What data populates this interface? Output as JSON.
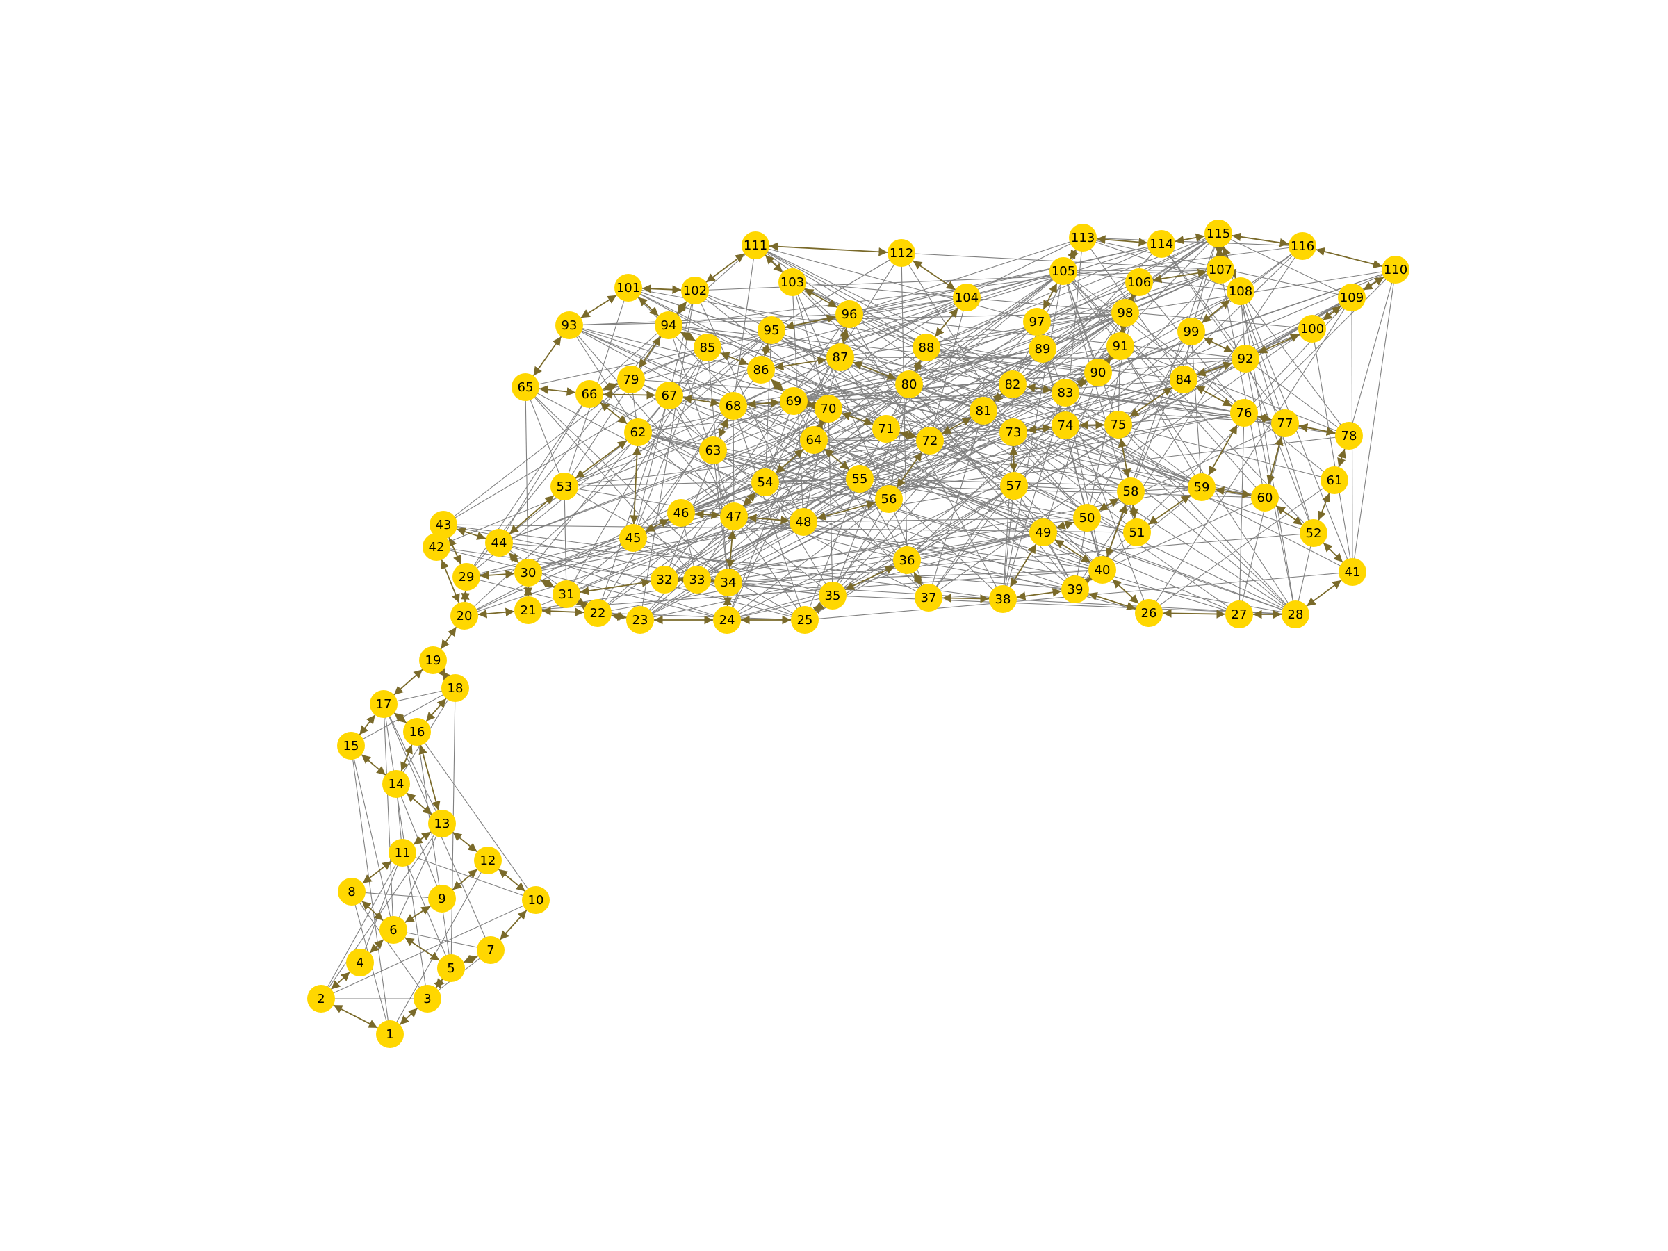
{
  "graph": {
    "colors": {
      "node": "#FFD700",
      "edge": "#808080",
      "arrow": "#7A6A2A",
      "label": "#000000",
      "background": "#FFFFFF"
    },
    "nodes": [
      {
        "id": "1"
      },
      {
        "id": "2"
      },
      {
        "id": "3"
      },
      {
        "id": "4"
      },
      {
        "id": "5"
      },
      {
        "id": "6"
      },
      {
        "id": "7"
      },
      {
        "id": "8"
      },
      {
        "id": "9"
      },
      {
        "id": "10"
      },
      {
        "id": "11"
      },
      {
        "id": "12"
      },
      {
        "id": "13"
      },
      {
        "id": "14"
      },
      {
        "id": "15"
      },
      {
        "id": "16"
      },
      {
        "id": "17"
      },
      {
        "id": "18"
      },
      {
        "id": "19"
      },
      {
        "id": "20"
      },
      {
        "id": "21"
      },
      {
        "id": "22"
      },
      {
        "id": "23"
      },
      {
        "id": "24"
      },
      {
        "id": "25"
      },
      {
        "id": "26"
      },
      {
        "id": "27"
      },
      {
        "id": "28"
      },
      {
        "id": "29"
      },
      {
        "id": "30"
      },
      {
        "id": "31"
      },
      {
        "id": "32"
      },
      {
        "id": "33"
      },
      {
        "id": "34"
      },
      {
        "id": "35"
      },
      {
        "id": "36"
      },
      {
        "id": "37"
      },
      {
        "id": "38"
      },
      {
        "id": "39"
      },
      {
        "id": "40"
      },
      {
        "id": "41"
      },
      {
        "id": "42"
      },
      {
        "id": "43"
      },
      {
        "id": "44"
      },
      {
        "id": "45"
      },
      {
        "id": "46"
      },
      {
        "id": "47"
      },
      {
        "id": "48"
      },
      {
        "id": "49"
      },
      {
        "id": "50"
      },
      {
        "id": "51"
      },
      {
        "id": "52"
      },
      {
        "id": "53"
      },
      {
        "id": "54"
      },
      {
        "id": "55"
      },
      {
        "id": "56"
      },
      {
        "id": "57"
      },
      {
        "id": "58"
      },
      {
        "id": "59"
      },
      {
        "id": "60"
      },
      {
        "id": "61"
      },
      {
        "id": "62"
      },
      {
        "id": "63"
      },
      {
        "id": "64"
      },
      {
        "id": "65"
      },
      {
        "id": "66"
      },
      {
        "id": "67"
      },
      {
        "id": "68"
      },
      {
        "id": "69"
      },
      {
        "id": "70"
      },
      {
        "id": "71"
      },
      {
        "id": "72"
      },
      {
        "id": "73"
      },
      {
        "id": "74"
      },
      {
        "id": "75"
      },
      {
        "id": "76"
      },
      {
        "id": "77"
      },
      {
        "id": "78"
      },
      {
        "id": "79"
      },
      {
        "id": "80"
      },
      {
        "id": "81"
      },
      {
        "id": "82"
      },
      {
        "id": "83"
      },
      {
        "id": "84"
      },
      {
        "id": "85"
      },
      {
        "id": "86"
      },
      {
        "id": "87"
      },
      {
        "id": "88"
      },
      {
        "id": "89"
      },
      {
        "id": "90"
      },
      {
        "id": "91"
      },
      {
        "id": "92"
      },
      {
        "id": "93"
      },
      {
        "id": "94"
      },
      {
        "id": "95"
      },
      {
        "id": "96"
      },
      {
        "id": "97"
      },
      {
        "id": "98"
      },
      {
        "id": "99"
      },
      {
        "id": "100"
      },
      {
        "id": "101"
      },
      {
        "id": "102"
      },
      {
        "id": "103"
      },
      {
        "id": "104"
      },
      {
        "id": "105"
      },
      {
        "id": "106"
      },
      {
        "id": "107"
      },
      {
        "id": "108"
      },
      {
        "id": "109"
      },
      {
        "id": "110"
      },
      {
        "id": "111"
      },
      {
        "id": "112"
      },
      {
        "id": "113"
      },
      {
        "id": "114"
      },
      {
        "id": "115"
      },
      {
        "id": "116"
      }
    ],
    "arrow_edges": [
      [
        "1",
        "2"
      ],
      [
        "1",
        "3"
      ],
      [
        "2",
        "4"
      ],
      [
        "4",
        "6"
      ],
      [
        "3",
        "5"
      ],
      [
        "5",
        "7"
      ],
      [
        "5",
        "6"
      ],
      [
        "6",
        "8"
      ],
      [
        "6",
        "9"
      ],
      [
        "7",
        "10"
      ],
      [
        "8",
        "11"
      ],
      [
        "9",
        "12"
      ],
      [
        "10",
        "12"
      ],
      [
        "11",
        "13"
      ],
      [
        "12",
        "13"
      ],
      [
        "13",
        "14"
      ],
      [
        "13",
        "16"
      ],
      [
        "14",
        "15"
      ],
      [
        "14",
        "16"
      ],
      [
        "15",
        "17"
      ],
      [
        "16",
        "18"
      ],
      [
        "16",
        "17"
      ],
      [
        "17",
        "19"
      ],
      [
        "18",
        "19"
      ],
      [
        "19",
        "20"
      ],
      [
        "20",
        "21"
      ],
      [
        "20",
        "29"
      ],
      [
        "20",
        "42"
      ],
      [
        "21",
        "22"
      ],
      [
        "21",
        "30"
      ],
      [
        "22",
        "23"
      ],
      [
        "22",
        "31"
      ],
      [
        "23",
        "24"
      ],
      [
        "24",
        "25"
      ],
      [
        "25",
        "35"
      ],
      [
        "24",
        "34"
      ],
      [
        "26",
        "27"
      ],
      [
        "27",
        "28"
      ],
      [
        "28",
        "41"
      ],
      [
        "26",
        "39"
      ],
      [
        "26",
        "40"
      ],
      [
        "29",
        "30"
      ],
      [
        "29",
        "43"
      ],
      [
        "30",
        "31"
      ],
      [
        "30",
        "44"
      ],
      [
        "31",
        "32"
      ],
      [
        "32",
        "33"
      ],
      [
        "33",
        "34"
      ],
      [
        "34",
        "47"
      ],
      [
        "35",
        "36"
      ],
      [
        "36",
        "37"
      ],
      [
        "37",
        "38"
      ],
      [
        "38",
        "39"
      ],
      [
        "38",
        "49"
      ],
      [
        "39",
        "40"
      ],
      [
        "40",
        "49"
      ],
      [
        "40",
        "58"
      ],
      [
        "41",
        "52"
      ],
      [
        "42",
        "43"
      ],
      [
        "43",
        "44"
      ],
      [
        "44",
        "53"
      ],
      [
        "45",
        "46"
      ],
      [
        "45",
        "62"
      ],
      [
        "46",
        "47"
      ],
      [
        "47",
        "48"
      ],
      [
        "47",
        "54"
      ],
      [
        "48",
        "56"
      ],
      [
        "49",
        "50"
      ],
      [
        "50",
        "58"
      ],
      [
        "51",
        "58"
      ],
      [
        "51",
        "59"
      ],
      [
        "52",
        "60"
      ],
      [
        "52",
        "61"
      ],
      [
        "53",
        "62"
      ],
      [
        "54",
        "64"
      ],
      [
        "55",
        "64"
      ],
      [
        "56",
        "72"
      ],
      [
        "57",
        "73"
      ],
      [
        "58",
        "75"
      ],
      [
        "59",
        "60"
      ],
      [
        "59",
        "76"
      ],
      [
        "60",
        "77"
      ],
      [
        "61",
        "78"
      ],
      [
        "62",
        "66"
      ],
      [
        "63",
        "68"
      ],
      [
        "64",
        "70"
      ],
      [
        "65",
        "66"
      ],
      [
        "65",
        "93"
      ],
      [
        "66",
        "79"
      ],
      [
        "66",
        "67"
      ],
      [
        "67",
        "68"
      ],
      [
        "68",
        "69"
      ],
      [
        "69",
        "70"
      ],
      [
        "69",
        "86"
      ],
      [
        "70",
        "71"
      ],
      [
        "71",
        "72"
      ],
      [
        "72",
        "81"
      ],
      [
        "73",
        "74"
      ],
      [
        "74",
        "75"
      ],
      [
        "75",
        "84"
      ],
      [
        "76",
        "77"
      ],
      [
        "76",
        "84"
      ],
      [
        "77",
        "78"
      ],
      [
        "79",
        "94"
      ],
      [
        "80",
        "87"
      ],
      [
        "80",
        "88"
      ],
      [
        "81",
        "82"
      ],
      [
        "82",
        "83"
      ],
      [
        "83",
        "90"
      ],
      [
        "84",
        "92"
      ],
      [
        "85",
        "86"
      ],
      [
        "85",
        "94"
      ],
      [
        "86",
        "87"
      ],
      [
        "86",
        "95"
      ],
      [
        "87",
        "96"
      ],
      [
        "88",
        "104"
      ],
      [
        "89",
        "97"
      ],
      [
        "90",
        "91"
      ],
      [
        "91",
        "98"
      ],
      [
        "92",
        "99"
      ],
      [
        "92",
        "100"
      ],
      [
        "93",
        "101"
      ],
      [
        "94",
        "101"
      ],
      [
        "94",
        "102"
      ],
      [
        "95",
        "96"
      ],
      [
        "96",
        "103"
      ],
      [
        "97",
        "105"
      ],
      [
        "98",
        "106"
      ],
      [
        "99",
        "108"
      ],
      [
        "100",
        "109"
      ],
      [
        "101",
        "102"
      ],
      [
        "102",
        "111"
      ],
      [
        "103",
        "111"
      ],
      [
        "104",
        "112"
      ],
      [
        "105",
        "113"
      ],
      [
        "106",
        "107"
      ],
      [
        "107",
        "115"
      ],
      [
        "108",
        "115"
      ],
      [
        "109",
        "110"
      ],
      [
        "110",
        "116"
      ],
      [
        "111",
        "112"
      ],
      [
        "113",
        "114"
      ],
      [
        "114",
        "115"
      ],
      [
        "115",
        "116"
      ]
    ]
  }
}
